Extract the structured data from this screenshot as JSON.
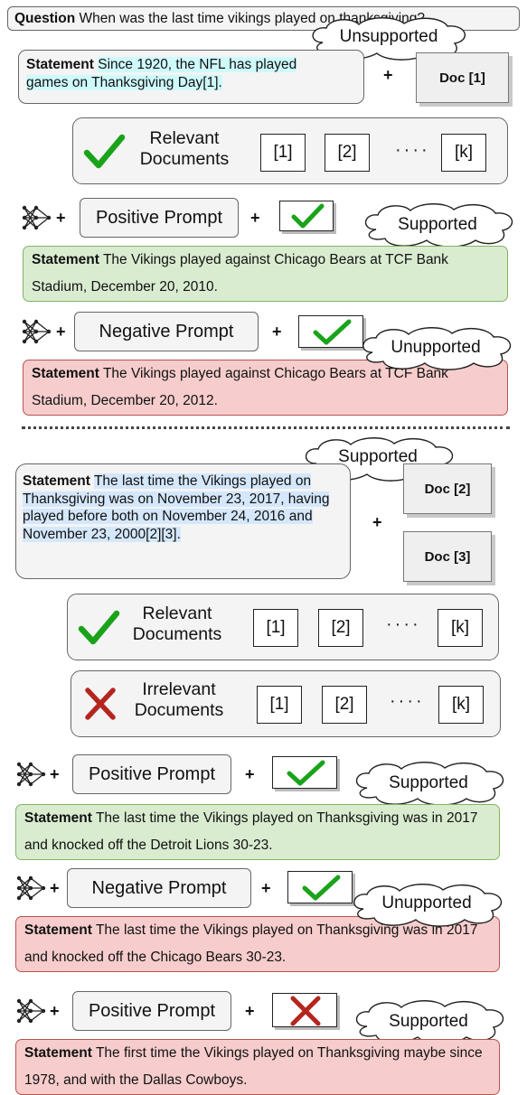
{
  "question": {
    "label": "Question",
    "text": "When was the last time vikings played on thanksgiving?"
  },
  "top_statement": {
    "label": "Statement",
    "text": "Since 1920, the NFL has played games on Thanksgiving Day[1]."
  },
  "mid_statement": {
    "label": "Statement",
    "text": "The last time the Vikings played on Thanksgiving was on November 23, 2017, having played before both on November 24, 2016 and November 23, 2000[2][3]."
  },
  "docs": {
    "doc1": "Doc [1]",
    "doc2": "Doc [2]",
    "doc3": "Doc [3]"
  },
  "relevant_label": [
    "Relevant",
    "Documents"
  ],
  "irrelevant_label": [
    "Irrelevant",
    "Documents"
  ],
  "indices": {
    "i1": "[1]",
    "i2": "[2]",
    "ik": "[k]",
    "dots": "····"
  },
  "prompts": {
    "positive": "Positive Prompt",
    "negative": "Negative Prompt"
  },
  "plus": "+",
  "clouds": {
    "unsupported": "Unsupported",
    "supported": "Supported",
    "unupported": "Unupported"
  },
  "results": [
    {
      "label": "Statement",
      "text": " The Vikings played against Chicago Bears at TCF Bank Stadium, December 20, 2010."
    },
    {
      "label": "Statement",
      "text": " The Vikings played against Chicago Bears at TCF Bank Stadium, December 20, 2012."
    },
    {
      "label": "Statement",
      "text": "  The last time the Vikings played on Thanksgiving was in 2017 and knocked off the Detroit Lions 30-23."
    },
    {
      "label": "Statement",
      "text": "  The last time the Vikings played on Thanksgiving was in 2017 and knocked off the Chicago Bears 30-23."
    },
    {
      "label": "Statement",
      "text": "  The first time the Vikings played on Thanksgiving maybe since 1978, and with the Dallas Cowboys."
    }
  ],
  "colors": {
    "check": "#1aa31a",
    "cross": "#b3261e",
    "green_fill": "#d9ecd0",
    "red_fill": "#f6cdcc"
  }
}
